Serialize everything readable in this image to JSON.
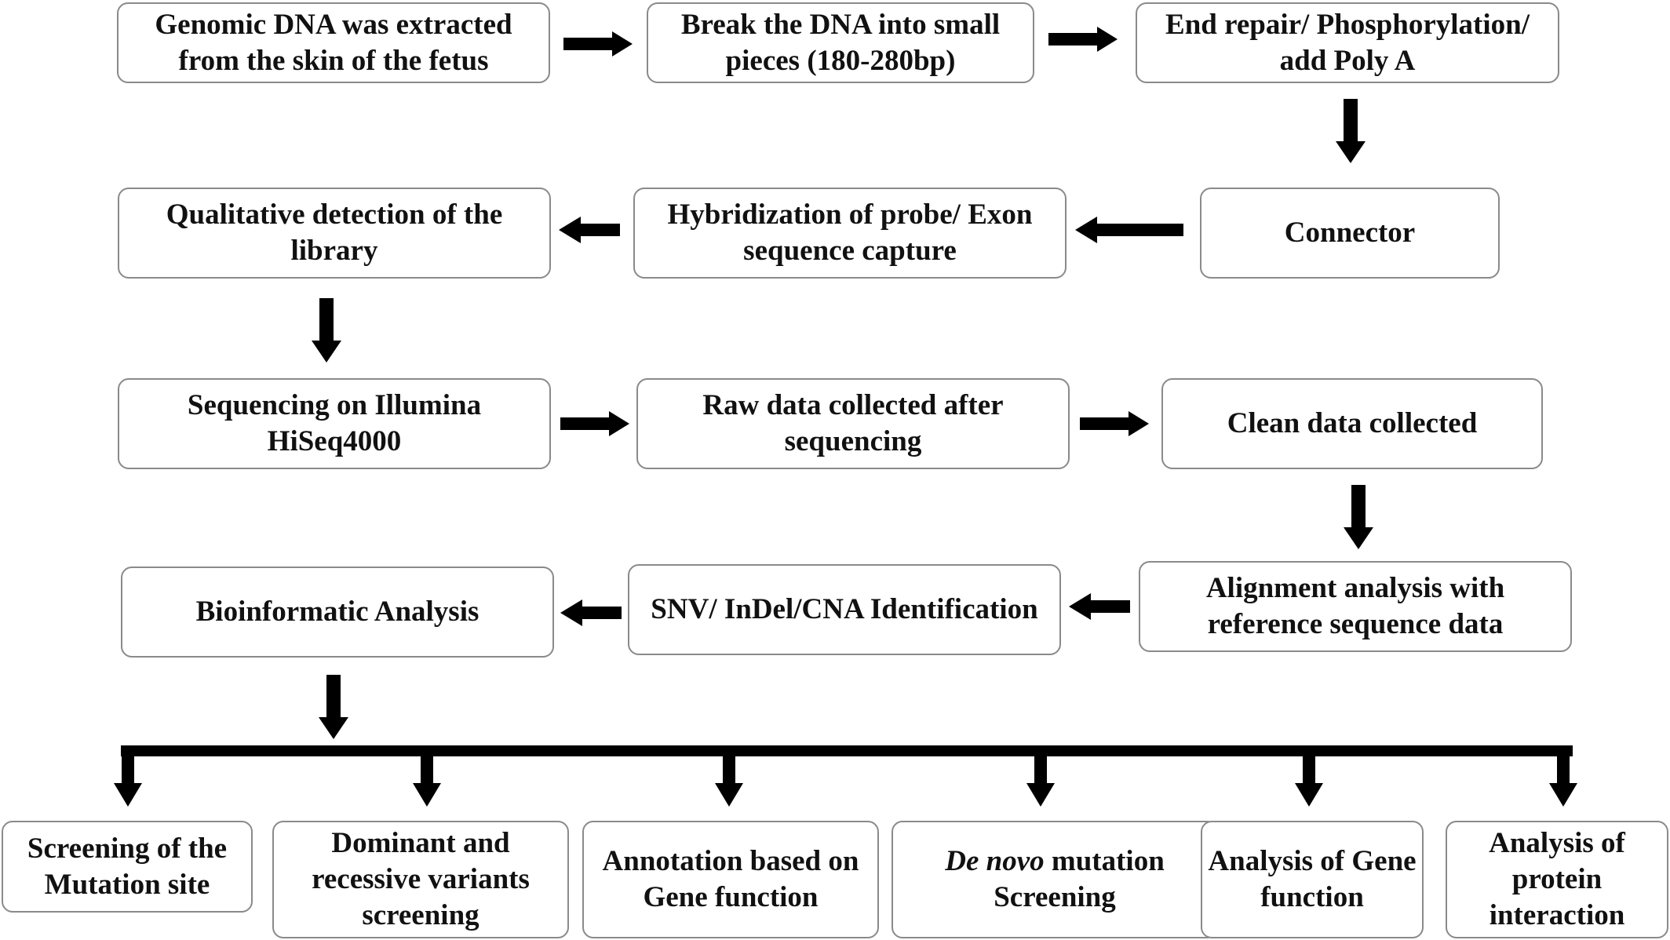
{
  "steps": {
    "extract": "Genomic DNA was extracted from the skin of the fetus",
    "break": "Break the DNA into small pieces (180-280bp)",
    "end_repair": "End repair/ Phosphorylation/ add Poly A",
    "connector": "Connector",
    "hybridization": "Hybridization of probe/ Exon sequence capture",
    "qualitative": "Qualitative detection of the library",
    "sequencing": "Sequencing on Illumina HiSeq4000",
    "raw_data": "Raw data collected after sequencing",
    "clean_data": "Clean data collected",
    "alignment": "Alignment analysis with reference sequence data",
    "snv": "SNV/ InDel/CNA Identification",
    "bioinformatic": "Bioinformatic Analysis"
  },
  "outputs": {
    "screening_mutation": "Screening of the Mutation site",
    "dominant_recessive": "Dominant and recessive variants screening",
    "annotation": "Annotation based on Gene function",
    "de_novo_italic": "De novo",
    "de_novo_rest": " mutation Screening",
    "gene_function": "Analysis of Gene function",
    "protein_interaction": "Analysis of protein interaction"
  }
}
